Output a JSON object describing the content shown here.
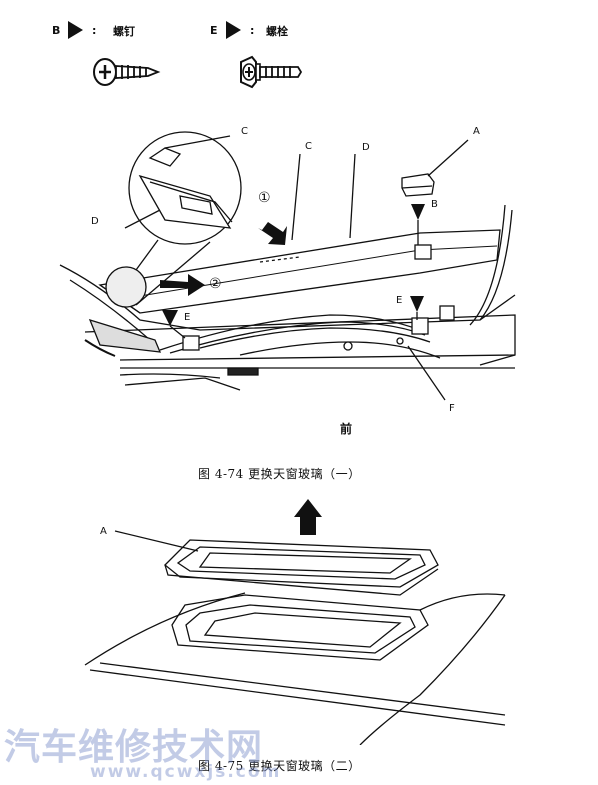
{
  "legend": {
    "screw": {
      "letter": "B",
      "sep": ":",
      "label": "螺钉"
    },
    "bolt": {
      "letter": "E",
      "sep": ":",
      "label": "螺栓"
    }
  },
  "fig74": {
    "callouts": {
      "A": "A",
      "B": "B",
      "C1": "C",
      "C2": "C",
      "D1": "D",
      "D2": "D",
      "E1": "E",
      "E2": "E",
      "F": "F"
    },
    "steps": {
      "one": "①",
      "two": "②"
    },
    "front_label": "前",
    "caption": "图 4-74   更换天窗玻璃（一）"
  },
  "fig75": {
    "callouts": {
      "A": "A"
    },
    "caption": "图 4-75   更换天窗玻璃（二）"
  },
  "watermark": {
    "main": "汽车维修技术网",
    "url": "www.qcwxjs.com"
  },
  "colors": {
    "ink": "#111111",
    "watermark": "#8c9bd2"
  }
}
